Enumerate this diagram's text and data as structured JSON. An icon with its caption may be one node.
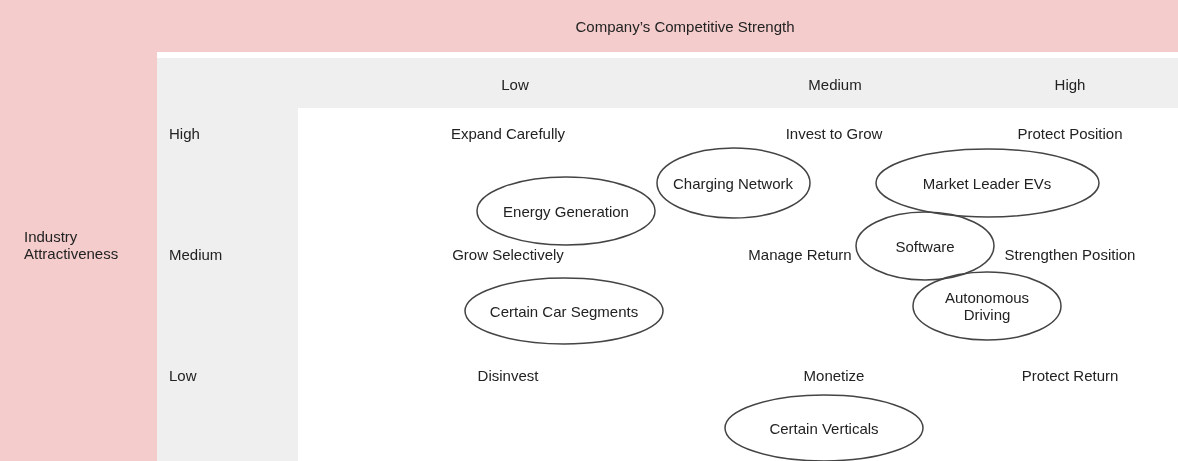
{
  "diagram": {
    "nodes": [
      {
        "text": [
          "Company’s Competitive Strength"
        ]
      },
      {
        "text": [
          "Industry Attractiveness"
        ]
      },
      {
        "text": [
          "Low",
          "Medium",
          "High"
        ]
      },
      {
        "text": [
          "High",
          "Medium",
          "Low"
        ]
      },
      {
        "text": [
          "Charging Network"
        ]
      },
      {
        "text": [
          "Market Leader EVs"
        ]
      },
      {
        "text": [
          "Energy Generation"
        ]
      },
      {
        "text": [
          "Software"
        ]
      },
      {
        "text": [
          "Certain Car Segments"
        ]
      },
      {
        "text": [
          "Autonomous Driving"
        ]
      },
      {
        "text": [
          "Certain Verticals"
        ]
      }
    ],
    "labels": [
      "Expand Carefully",
      "Invest to Grow",
      "Protect Position",
      "Grow Selectively",
      "Manage Return",
      "Strengthen Position",
      "Disinvest",
      "Monetize",
      "Protect Return"
    ]
  }
}
